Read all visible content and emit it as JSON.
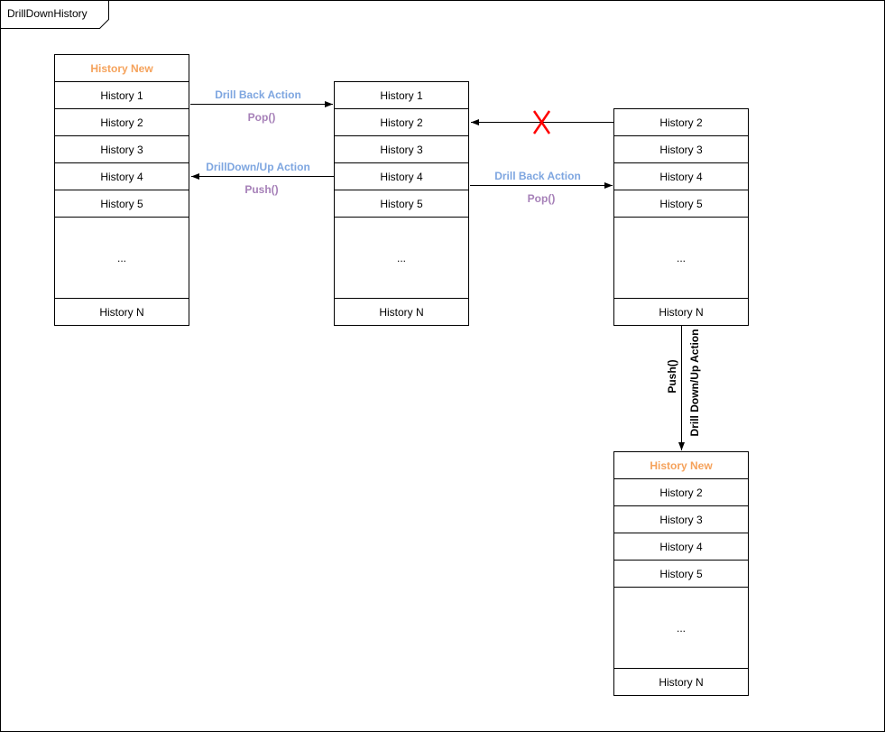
{
  "diagram": {
    "title": "DrillDownHistory",
    "colors": {
      "new_entry": "#f5a25b",
      "action_label": "#7ea6e0",
      "operation_label": "#a680b8",
      "blocked_mark": "#ff0000"
    },
    "stacks": [
      {
        "id": "stack-a",
        "cells": [
          "History New",
          "History 1",
          "History 2",
          "History 3",
          "History 4",
          "History 5",
          "...",
          "History N"
        ],
        "new_first": true
      },
      {
        "id": "stack-b",
        "cells": [
          "History 1",
          "History 2",
          "History 3",
          "History 4",
          "History 5",
          "...",
          "History N"
        ],
        "new_first": false
      },
      {
        "id": "stack-c",
        "cells": [
          "History 2",
          "History 3",
          "History 4",
          "History 5",
          "...",
          "History N"
        ],
        "new_first": false
      },
      {
        "id": "stack-d",
        "cells": [
          "History New",
          "History 2",
          "History 3",
          "History 4",
          "History 5",
          "...",
          "History N"
        ],
        "new_first": true
      }
    ],
    "edges": [
      {
        "id": "a-to-b",
        "action": "Drill Back Action",
        "operation": "Pop()"
      },
      {
        "id": "b-to-a",
        "action": "DrillDown/Up Action",
        "operation": "Push()"
      },
      {
        "id": "b-to-c",
        "action": "Drill Back Action",
        "operation": "Pop()"
      },
      {
        "id": "c-to-b-blocked",
        "action": "",
        "operation": ""
      },
      {
        "id": "c-to-d",
        "action": "Drill Down/Up Action",
        "operation": "Push()"
      }
    ]
  }
}
